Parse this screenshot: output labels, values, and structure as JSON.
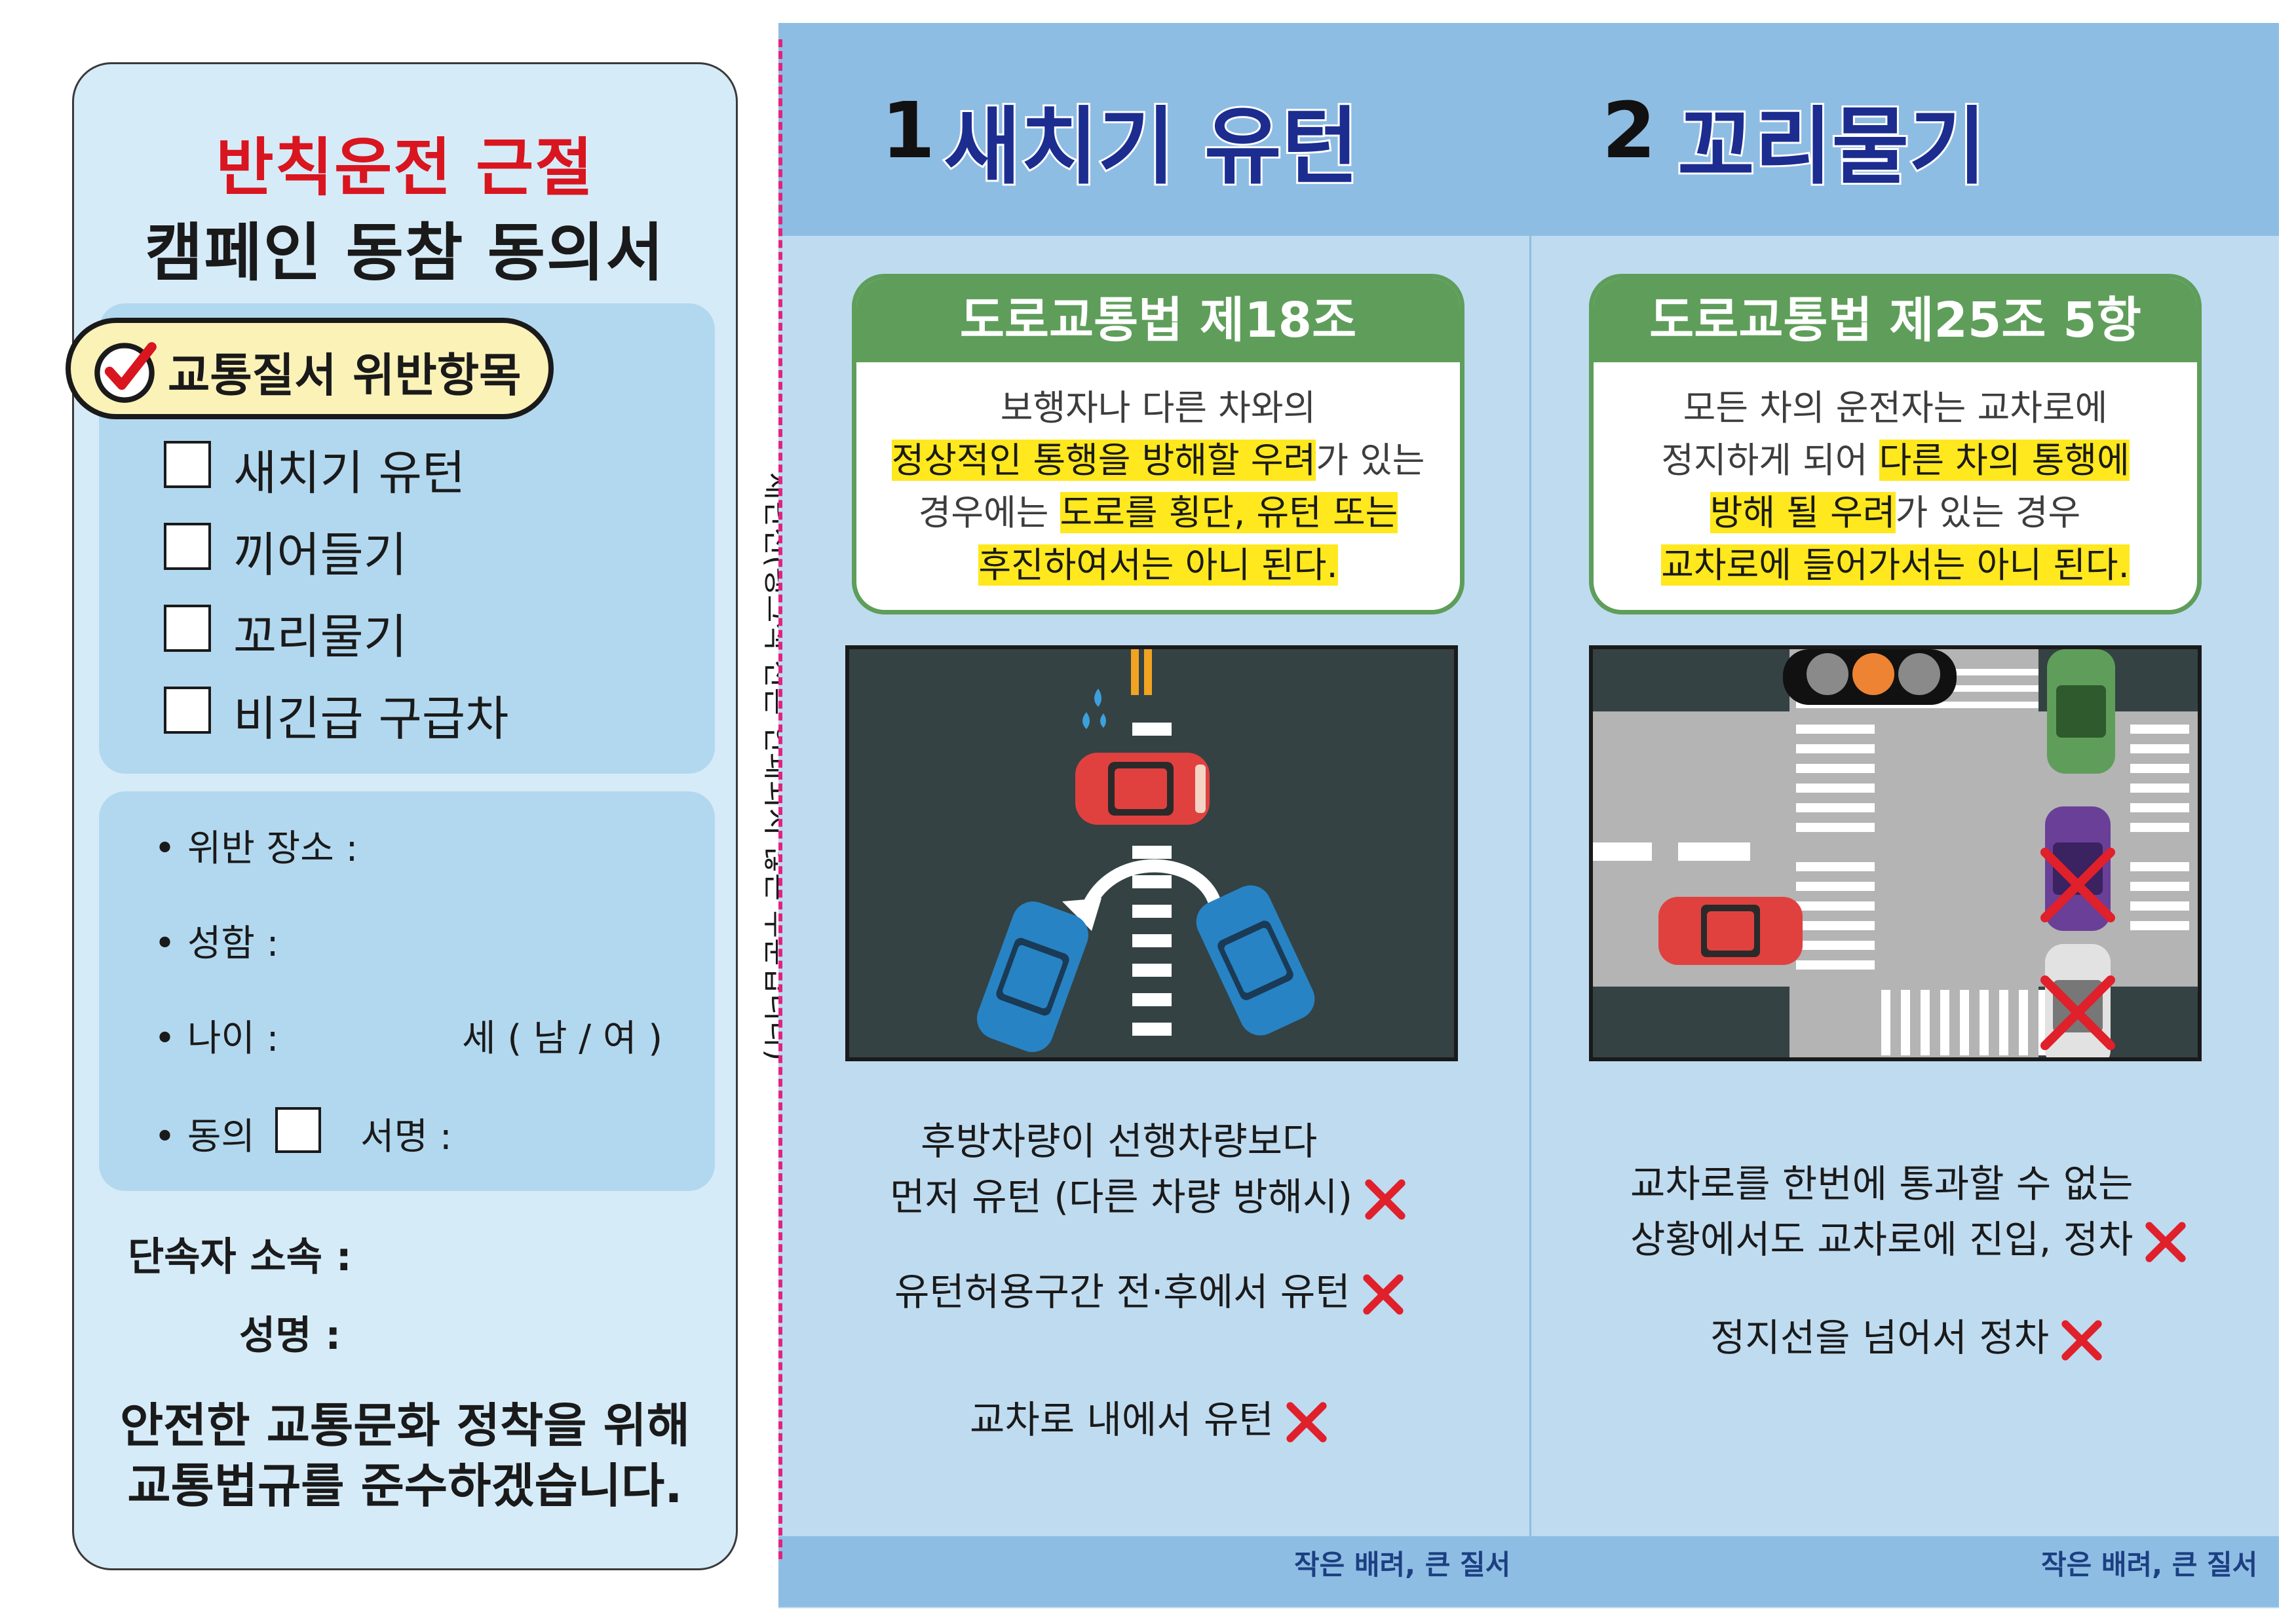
{
  "consent_form": {
    "title_line1": "반칙운전 근절",
    "title_line2": "캠페인 동참 동의서",
    "violation_header": "교통질서 위반항목",
    "violation_items": [
      "새치기 유턴",
      "끼어들기",
      "꼬리물기",
      "비긴급 구급차"
    ],
    "field_location": "• 위반 장소 :",
    "field_name": "• 성함 :",
    "field_age": "• 나이 :",
    "field_age_suffix": "세 ( 남 / 여 )",
    "field_agree": "• 동의",
    "field_signature": "서명 :",
    "officer_affiliation": "단속자 소속 :",
    "officer_name": "성명 :",
    "closing_line1": "안전한 교통문화 정착을 위해",
    "closing_line2": "교통법규를 준수하겠습니다."
  },
  "cut_line_text": "재단선(팽크색 선은 인쇄되지 않는 부분입니다)",
  "panels": [
    {
      "number": "1",
      "title": "새치기 유턴",
      "law_title": "도로교통법 제18조",
      "law_line1": "보행자나 다른 차와의",
      "law_line2_hl": "정상적인 통행을 방해할 우려",
      "law_line2_rest": "가 있는",
      "law_line3_pre": "경우에는 ",
      "law_line3_hl": "도로를 횡단, 유턴 또는",
      "law_line4_hl": "후진하여서는 아니 된다.",
      "rules": [
        "후방차량이 선행차량보다",
        "먼저 유턴 (다른 차량 방해시)",
        "유턴허용구간 전·후에서 유턴",
        "교차로 내에서 유턴"
      ],
      "footer": "작은 배려, 큰 질서"
    },
    {
      "number": "2",
      "title": "꼬리물기",
      "law_title": "도로교통법 제25조 5항",
      "law_line1": "모든 차의 운전자는 교차로에",
      "law_line2_pre": "정지하게 되어 ",
      "law_line2_hl": "다른 차의 통행에",
      "law_line3_hl": "방해 될 우려",
      "law_line3_rest": "가 있는 경우",
      "law_line4_hl": "교차로에 들어가서는 아니 된다.",
      "rules": [
        "교차로를 한번에 통과할 수 없는",
        "상황에서도 교차로에 진입, 정차",
        "정지선을 넘어서 정차"
      ],
      "footer": "작은 배려, 큰 질서"
    }
  ],
  "colors": {
    "title_red": "#d9151f",
    "card_bg": "#d6ebf8",
    "panel_header": "#8ebde3",
    "law_green": "#5e9e5a",
    "highlight": "#ffe81d",
    "cross_red": "#e0202a",
    "cut_line": "#e2237d"
  },
  "icons": [
    "check-icon",
    "x-mark-icon",
    "car-icon",
    "traffic-light-icon"
  ]
}
